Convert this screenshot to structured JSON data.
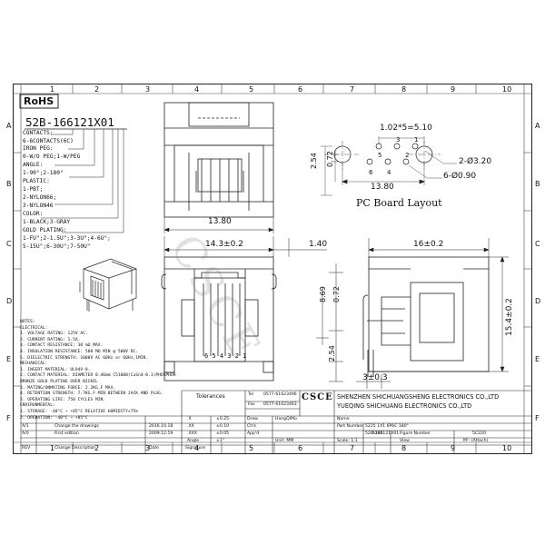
{
  "grid": {
    "columns": [
      "1",
      "2",
      "3",
      "4",
      "5",
      "6",
      "7",
      "8",
      "9",
      "10"
    ],
    "rows": [
      "A",
      "B",
      "C",
      "D",
      "E",
      "F"
    ]
  },
  "rohs": "RoHS",
  "part_code": "52B-166121X01",
  "options": [
    "CONTACTS:",
    "6-6CONTACTS(6C)",
    "IRON PEG:",
    "0-W/O PEG;1-W/PEG",
    "ANGLE:",
    "1-90°;2-180°",
    "PLASTIC:",
    "1-PBT;",
    "2-NYLON66;",
    "3-NYLON46",
    "COLOR:",
    "1-BLACK;3-GRAY",
    "GOLD PLATING:",
    "1-FU\";2-1.5U\";3-3U\";4-6U\";",
    "5-15U\";6-30U\";7-50U\""
  ],
  "dimensions": {
    "pitch": "1.02*5=5.10",
    "hole_large": "2-Ø3.20",
    "hole_small": "6-Ø0.90",
    "width_top": "13.80",
    "pcb_width": "13.80",
    "pcb_h1": "2.54",
    "pcb_h2": "0.72",
    "front_width": "14.3±0.2",
    "offset": "1.40",
    "side_width": "16±0.2",
    "side_height": "15.4±0.2",
    "front_h1": "8.69",
    "front_h2": "0.72",
    "front_h3": "2.54",
    "pin_gap": "3±0.3"
  },
  "pcb_numbers": [
    "1",
    "2",
    "3",
    "4",
    "5",
    "6"
  ],
  "pin_labels": "6 5 4 3 2 1",
  "pcb_title": "PC Board Layout",
  "watermark": "CSCE",
  "notes": [
    "NOTES:",
    "ELECTRICAL:",
    "1. VOLTAGE RATING: 125V AC.",
    "2. CURRENT RATING: 1.5A.",
    "3. CONTACT RESISTANCE: 30 mΩ MAX.",
    "4. INSULATION RESISTANCE: 500 MΩ MIN @ 500V DC.",
    "5. DIELECTRIC STRENGTH: 1000V AC 60Hz or 60Hz,1MIN.",
    "MECHANICAL:",
    "1. INSERT MATERIAL: UL94V-0.",
    "2. CONTACT MATERIAL: DIAMETER 0.46mm C51000(CuSn4-0.1)PHOSPHOR",
    "   BRONZE GOLD PLATING OVER NICKEL",
    "3. MATING/UNMATING FORCE: 2.2KG.F MAX.",
    "4. RETENTION STRENGTH: 7.7KG.F MIN BETWEEN JACK AND PLUG.",
    "5. OPERATING LIFE: 750 CYCLES MIN.",
    "ENVIRONMENTAL:",
    "1. STORAGE: -40°C ~ +85°C RELATIVE HUMIDITY<75%",
    "2. OPERATION: -40°C ~ +85°C"
  ],
  "title_block": {
    "tolerances": "Tolerances",
    "tol_rows": [
      [
        ".X",
        "±0.25"
      ],
      [
        ".XX",
        "±0.10"
      ],
      [
        ".XXX",
        "±0.05"
      ],
      [
        "Angle",
        "±1°"
      ]
    ],
    "tel": "Tel",
    "tel_val": "0577-61623496",
    "fax": "Fax",
    "fax_val": "0577-61623463",
    "logo": "CSCE",
    "company1": "SHENZHEN SHICHUANGSHENG ELECTRONICS CO.,LTD",
    "company2": "YUEQING SHICHUANG ELECTRONICS CO.,LTD",
    "drew": "Drew",
    "drew_val": "HongQiMo",
    "chk": "Ch'k",
    "appd": "App'd",
    "unit": "Unit: MM",
    "name": "Name",
    "name_val": "5225 1X1 6P6C 180°",
    "part_number": "Part Number",
    "part_number_val": "52B-166121X01",
    "scale": "Scale: 1:1",
    "size_val": "5225",
    "figure_number": "Figure Number",
    "figure_val": "5C220",
    "view": "View",
    "m_label": "M¹: (Attach)",
    "rev_rows": [
      [
        "A/1",
        "Change the drawings",
        "2016.10.18"
      ],
      [
        "A/0",
        "First edition",
        "2009.12.19"
      ]
    ],
    "rev_header": [
      "REV",
      "Change Description",
      "Date",
      "Signature"
    ]
  }
}
